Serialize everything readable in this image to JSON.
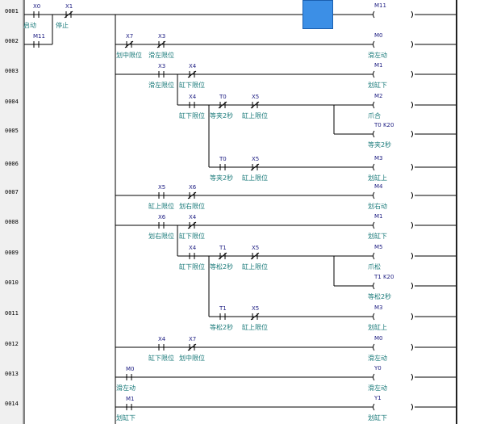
{
  "rows": [
    "0001",
    "0002",
    "0003",
    "0004",
    "0005",
    "0006",
    "0007",
    "0008",
    "0009",
    "0010",
    "0011",
    "0012",
    "0013",
    "0014"
  ],
  "colors": {
    "wire": "#000000",
    "address": "#1a1a80",
    "comment": "#1a7a7a",
    "selection": "#3c8fe6"
  },
  "contacts": {
    "r1_x0": {
      "addr": "X0",
      "comment": "启动"
    },
    "r1_x1": {
      "addr": "X1",
      "comment": "停止"
    },
    "r2_m11": {
      "addr": "M11",
      "comment": ""
    },
    "r2_x7": {
      "addr": "X7",
      "comment": "划中限位"
    },
    "r2_x3": {
      "addr": "X3",
      "comment": "滑左限位"
    },
    "r3_x3": {
      "addr": "X3",
      "comment": "滑左限位"
    },
    "r3_x4": {
      "addr": "X4",
      "comment": "缸下限位"
    },
    "r4_x4": {
      "addr": "X4",
      "comment": "缸下限位"
    },
    "r4_t0": {
      "addr": "T0",
      "comment": "等夹2秒"
    },
    "r4_x5": {
      "addr": "X5",
      "comment": "缸上限位"
    },
    "r6_t0": {
      "addr": "T0",
      "comment": "等夹2秒"
    },
    "r6_x5": {
      "addr": "X5",
      "comment": "缸上限位"
    },
    "r7_x5": {
      "addr": "X5",
      "comment": "缸上限位"
    },
    "r7_x6": {
      "addr": "X6",
      "comment": "划右限位"
    },
    "r8_x6": {
      "addr": "X6",
      "comment": "划右限位"
    },
    "r8_x4": {
      "addr": "X4",
      "comment": "缸下限位"
    },
    "r9_x4": {
      "addr": "X4",
      "comment": "缸下限位"
    },
    "r9_t1": {
      "addr": "T1",
      "comment": "等松2秒"
    },
    "r9_x5": {
      "addr": "X5",
      "comment": "缸上限位"
    },
    "r11_t1": {
      "addr": "T1",
      "comment": "等松2秒"
    },
    "r11_x5": {
      "addr": "X5",
      "comment": "缸上限位"
    },
    "r12_x4": {
      "addr": "X4",
      "comment": "缸下限位"
    },
    "r12_x7": {
      "addr": "X7",
      "comment": "划中限位"
    },
    "r13_m0": {
      "addr": "M0",
      "comment": "滑左动"
    },
    "r14_m1": {
      "addr": "M1",
      "comment": "划缸下"
    }
  },
  "coils": {
    "r1": {
      "addr": "M11",
      "comment": ""
    },
    "r2": {
      "addr": "M0",
      "comment": "滑左动"
    },
    "r3": {
      "addr": "M1",
      "comment": "划缸下"
    },
    "r4": {
      "addr": "M2",
      "comment": "爪合"
    },
    "r5": {
      "addr": "T0 K20",
      "comment": "等夹2秒"
    },
    "r6": {
      "addr": "M3",
      "comment": "划缸上"
    },
    "r7": {
      "addr": "M4",
      "comment": "划右动"
    },
    "r8": {
      "addr": "M1",
      "comment": "划缸下"
    },
    "r9": {
      "addr": "M5",
      "comment": "爪松"
    },
    "r10": {
      "addr": "T1 K20",
      "comment": "等松2秒"
    },
    "r11": {
      "addr": "M3",
      "comment": "划缸上"
    },
    "r12": {
      "addr": "M0",
      "comment": "滑左动"
    },
    "r13": {
      "addr": "Y0",
      "comment": "滑左动"
    },
    "r14": {
      "addr": "Y1",
      "comment": "划缸下"
    }
  }
}
